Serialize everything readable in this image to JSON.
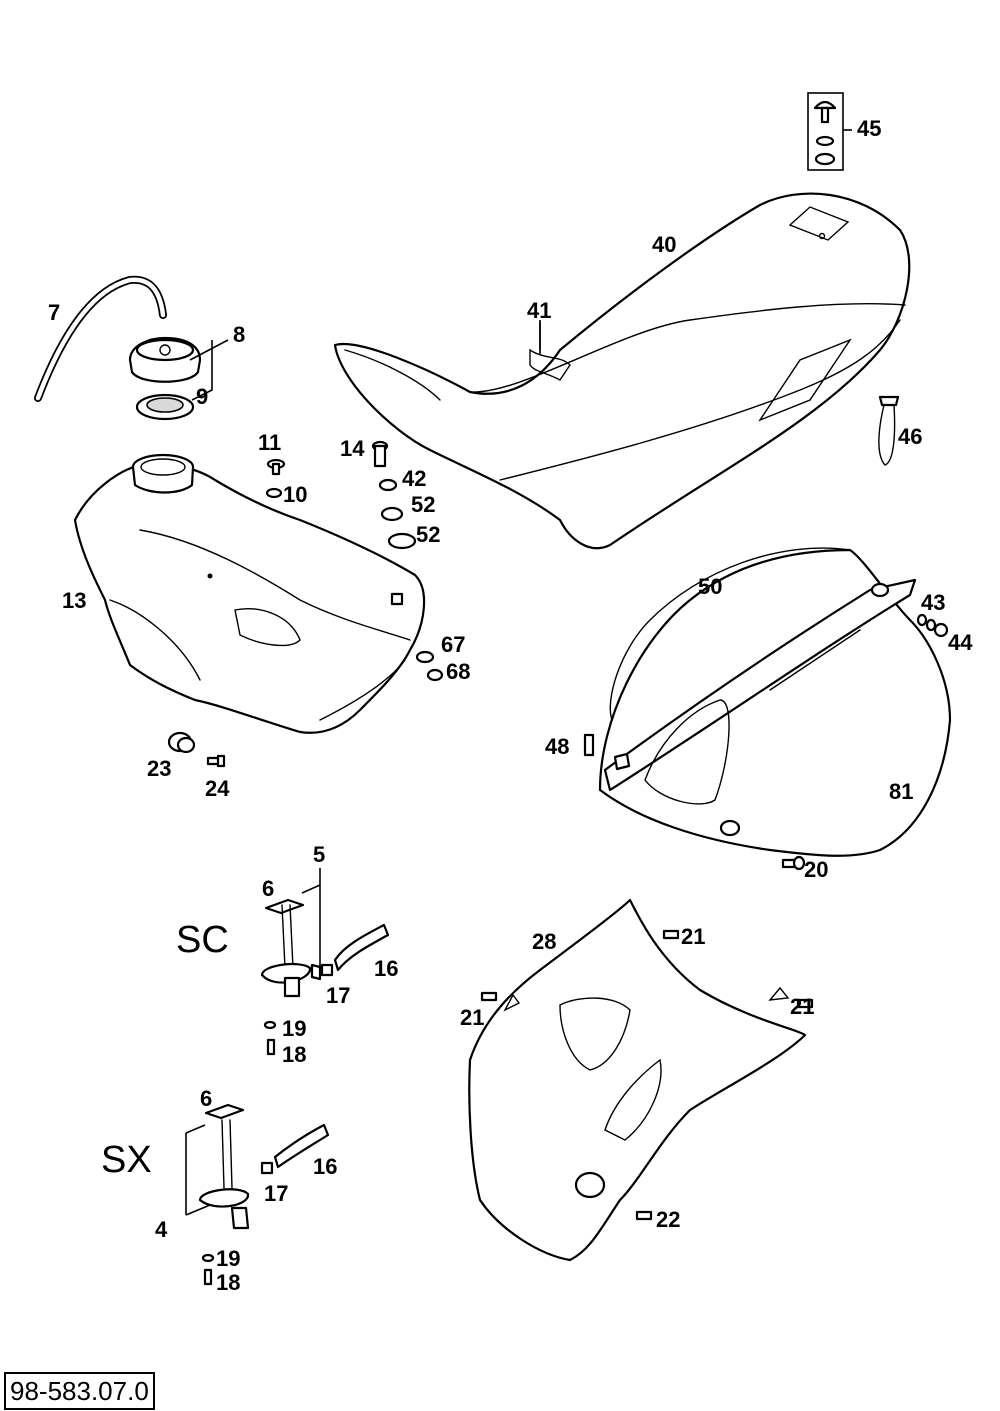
{
  "variants": {
    "sc": "SC",
    "sx": "SX"
  },
  "reference_number": "98-583.07.0",
  "callouts": {
    "p4": "4",
    "p5": "5",
    "p6a": "6",
    "p6b": "6",
    "p7": "7",
    "p8": "8",
    "p9": "9",
    "p10": "10",
    "p11": "11",
    "p13": "13",
    "p14": "14",
    "p16a": "16",
    "p16b": "16",
    "p17a": "17",
    "p17b": "17",
    "p18a": "18",
    "p18b": "18",
    "p19a": "19",
    "p19b": "19",
    "p20": "20",
    "p21a": "21",
    "p21b": "21",
    "p21c": "21",
    "p22": "22",
    "p23": "23",
    "p24": "24",
    "p28": "28",
    "p40": "40",
    "p41": "41",
    "p42": "42",
    "p43": "43",
    "p44": "44",
    "p45": "45",
    "p46": "46",
    "p48": "48",
    "p50": "50",
    "p52a": "52",
    "p52b": "52",
    "p67": "67",
    "p68": "68",
    "p81": "81"
  }
}
